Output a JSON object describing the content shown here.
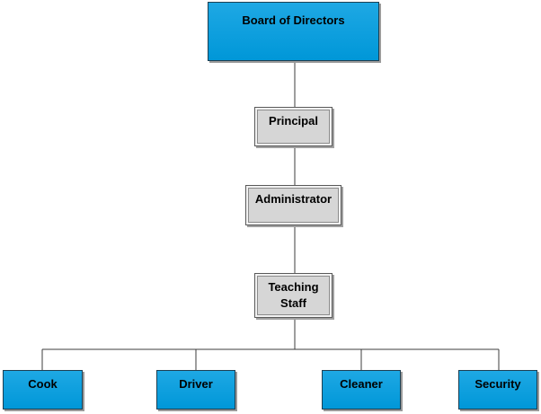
{
  "diagram": {
    "root": {
      "label": "Board of Directors"
    },
    "chain": [
      {
        "key": "principal",
        "label": "Principal"
      },
      {
        "key": "administrator",
        "label": "Administrator"
      },
      {
        "key": "teaching_staff",
        "label": "Teaching\nStaff"
      }
    ],
    "support_staff": [
      {
        "key": "cook",
        "label": "Cook"
      },
      {
        "key": "driver",
        "label": "Driver"
      },
      {
        "key": "cleaner",
        "label": "Cleaner"
      },
      {
        "key": "security",
        "label": "Security"
      }
    ],
    "colors": {
      "blue_box": "#0097d8",
      "grey_box": "#d6d6d6",
      "connector": "#3c3c3c"
    }
  }
}
